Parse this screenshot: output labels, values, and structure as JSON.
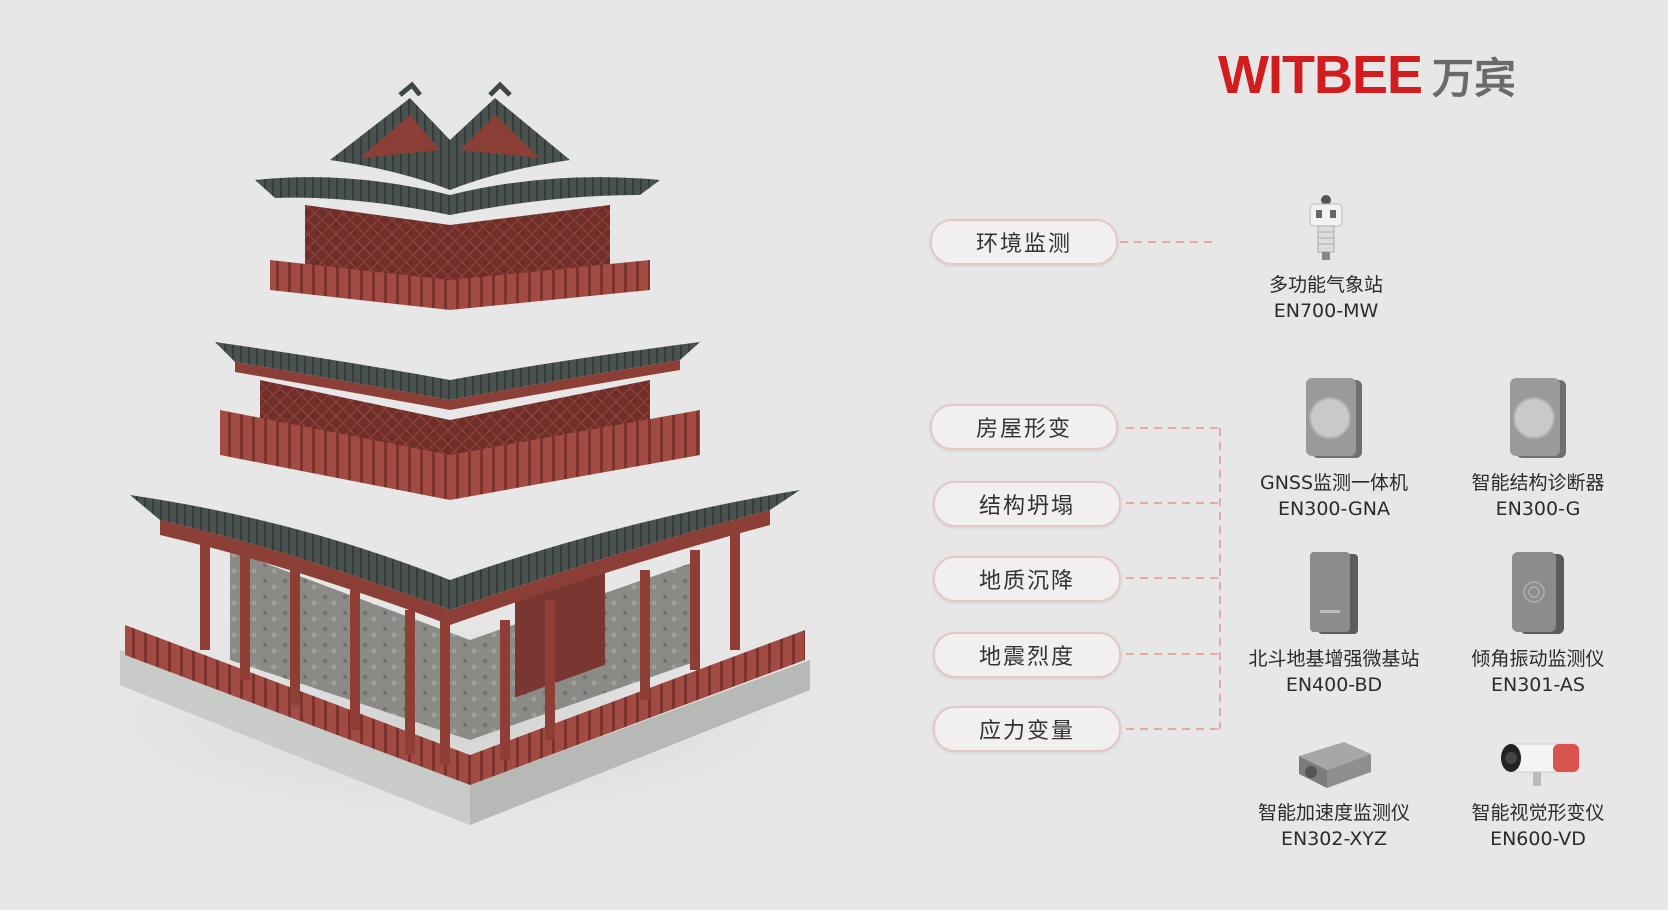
{
  "brand": {
    "name_en": "WITBEE",
    "name_cn": "万宾",
    "color": "#d11d1d"
  },
  "categories": [
    {
      "label": "环境监测"
    },
    {
      "label": "房屋形变"
    },
    {
      "label": "结构坍塌"
    },
    {
      "label": "地质沉降"
    },
    {
      "label": "地震烈度"
    },
    {
      "label": "应力变量"
    }
  ],
  "devices": [
    {
      "name": "多功能气象站",
      "model": "EN700-MW",
      "icon": "weather-station-icon"
    },
    {
      "name": "GNSS监测一体机",
      "model": "EN300-GNA",
      "icon": "gnss-monitor-icon"
    },
    {
      "name": "智能结构诊断器",
      "model": "EN300-G",
      "icon": "structure-diagnoser-icon"
    },
    {
      "name": "北斗地基增强微基站",
      "model": "EN400-BD",
      "icon": "beidou-base-station-icon"
    },
    {
      "name": "倾角振动监测仪",
      "model": "EN301-AS",
      "icon": "tilt-vibration-monitor-icon"
    },
    {
      "name": "智能加速度监测仪",
      "model": "EN302-XYZ",
      "icon": "accelerometer-icon"
    },
    {
      "name": "智能视觉形变仪",
      "model": "EN600-VD",
      "icon": "vision-camera-icon"
    }
  ],
  "colors": {
    "pill_border": "#e6c7c7",
    "connector": "#e2a9a9",
    "roof": "#3f4745",
    "wood": "#9c4a42"
  }
}
